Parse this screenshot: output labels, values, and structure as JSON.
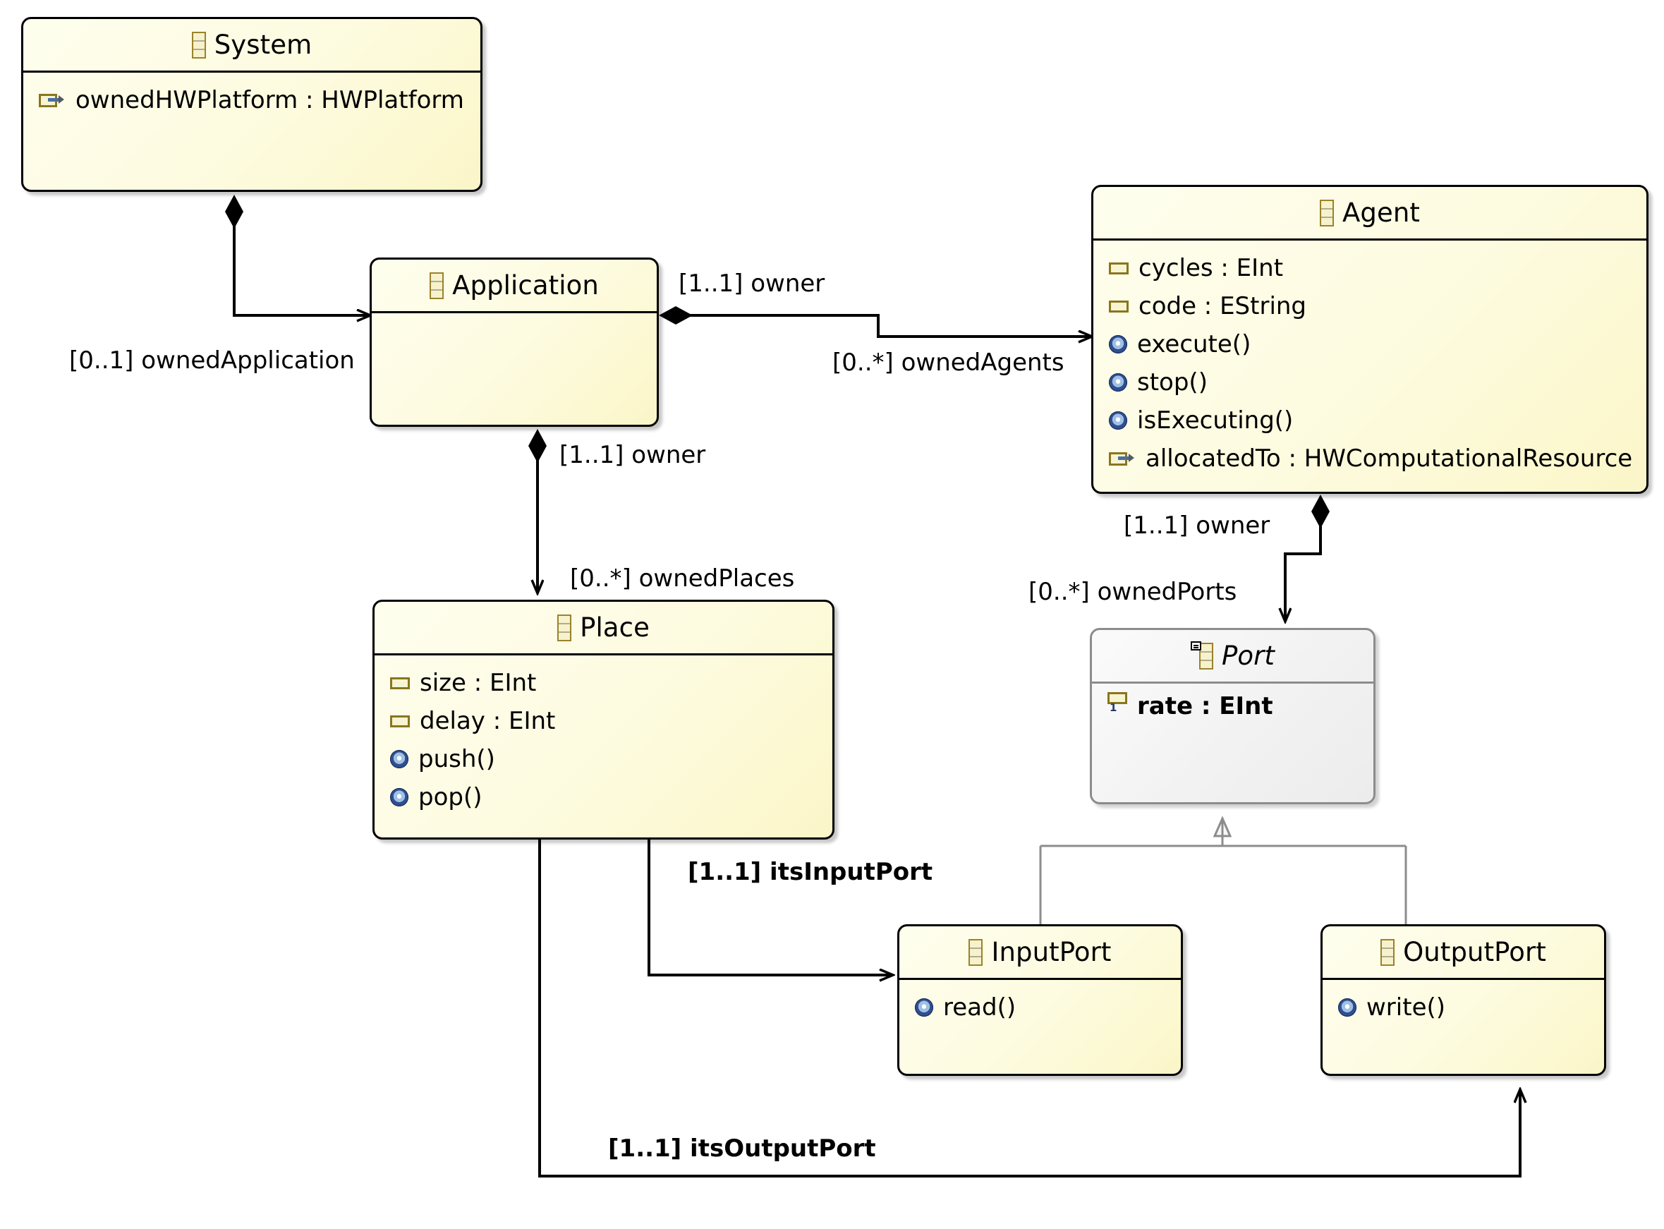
{
  "diagram": {
    "type": "uml-class-diagram",
    "title": "",
    "background": "#ffffff"
  },
  "colors": {
    "class_fill": "#fdfbdf",
    "class_border": "#000000",
    "abstract_fill": "#f0f0f0",
    "abstract_border": "#8c8c8c",
    "attribute_icon": "#8a751f",
    "operation_icon": "#2f4f8f",
    "generalization_line": "#8c8c8c",
    "association_line": "#000000"
  },
  "classes": [
    {
      "id": "system",
      "name": "System",
      "abstract": false,
      "icon": "class-icon",
      "members": [
        {
          "kind": "reference",
          "icon": "reference-icon",
          "label": "ownedHWPlatform : HWPlatform",
          "bold": false
        }
      ]
    },
    {
      "id": "application",
      "name": "Application",
      "abstract": false,
      "icon": "class-icon",
      "members": []
    },
    {
      "id": "agent",
      "name": "Agent",
      "abstract": false,
      "icon": "class-icon",
      "members": [
        {
          "kind": "attribute",
          "icon": "attribute-icon",
          "label": "cycles : EInt",
          "bold": false
        },
        {
          "kind": "attribute",
          "icon": "attribute-icon",
          "label": "code : EString",
          "bold": false
        },
        {
          "kind": "operation",
          "icon": "operation-icon",
          "label": "execute()",
          "bold": false
        },
        {
          "kind": "operation",
          "icon": "operation-icon",
          "label": "stop()",
          "bold": false
        },
        {
          "kind": "operation",
          "icon": "operation-icon",
          "label": "isExecuting()",
          "bold": false
        },
        {
          "kind": "reference",
          "icon": "reference-icon",
          "label": "allocatedTo : HWComputationalResource",
          "bold": false
        }
      ]
    },
    {
      "id": "place",
      "name": "Place",
      "abstract": false,
      "icon": "class-icon",
      "members": [
        {
          "kind": "attribute",
          "icon": "attribute-icon",
          "label": "size : EInt",
          "bold": false
        },
        {
          "kind": "attribute",
          "icon": "attribute-icon",
          "label": "delay : EInt",
          "bold": false
        },
        {
          "kind": "operation",
          "icon": "operation-icon",
          "label": "push()",
          "bold": false
        },
        {
          "kind": "operation",
          "icon": "operation-icon",
          "label": "pop()",
          "bold": false
        }
      ]
    },
    {
      "id": "port",
      "name": "Port",
      "abstract": true,
      "icon": "abstract-class-icon",
      "members": [
        {
          "kind": "attribute-one",
          "icon": "attribute-icon-one",
          "label": "rate : EInt",
          "bold": true
        }
      ]
    },
    {
      "id": "inputport",
      "name": "InputPort",
      "abstract": false,
      "icon": "class-icon",
      "members": [
        {
          "kind": "operation",
          "icon": "operation-icon",
          "label": "read()",
          "bold": false
        }
      ]
    },
    {
      "id": "outputport",
      "name": "OutputPort",
      "abstract": false,
      "icon": "class-icon",
      "members": [
        {
          "kind": "operation",
          "icon": "operation-icon",
          "label": "write()",
          "bold": false
        }
      ]
    }
  ],
  "relationships": [
    {
      "id": "r1",
      "kind": "composition",
      "source": "System",
      "target": "Application",
      "source_label": "",
      "target_label": "[0..1] ownedApplication",
      "bold": false
    },
    {
      "id": "r2",
      "kind": "composition",
      "source": "Application",
      "target": "Agent",
      "source_label": "[1..1] owner",
      "target_label": "[0..*] ownedAgents",
      "bold": false
    },
    {
      "id": "r3",
      "kind": "composition",
      "source": "Application",
      "target": "Place",
      "source_label": "[1..1] owner",
      "target_label": "[0..*] ownedPlaces",
      "bold": false
    },
    {
      "id": "r4",
      "kind": "composition",
      "source": "Agent",
      "target": "Port",
      "source_label": "[1..1] owner",
      "target_label": "[0..*] ownedPorts",
      "bold": false
    },
    {
      "id": "r5",
      "kind": "association",
      "source": "Place",
      "target": "InputPort",
      "source_label": "",
      "target_label": "[1..1] itsInputPort",
      "bold": true
    },
    {
      "id": "r6",
      "kind": "association",
      "source": "Place",
      "target": "OutputPort",
      "source_label": "",
      "target_label": "[1..1] itsOutputPort",
      "bold": true
    },
    {
      "id": "r7",
      "kind": "generalization",
      "source": "InputPort",
      "target": "Port",
      "source_label": "",
      "target_label": "",
      "bold": false
    },
    {
      "id": "r8",
      "kind": "generalization",
      "source": "OutputPort",
      "target": "Port",
      "source_label": "",
      "target_label": "",
      "bold": false
    }
  ],
  "labels": {
    "ownedApplication": "[0..1] ownedApplication",
    "owner_app_agent": "[1..1] owner",
    "ownedAgents": "[0..*] ownedAgents",
    "owner_app_place": "[1..1] owner",
    "ownedPlaces": "[0..*] ownedPlaces",
    "owner_agent_port": "[1..1] owner",
    "ownedPorts": "[0..*] ownedPorts",
    "itsInputPort": "[1..1] itsInputPort",
    "itsOutputPort": "[1..1] itsOutputPort"
  }
}
